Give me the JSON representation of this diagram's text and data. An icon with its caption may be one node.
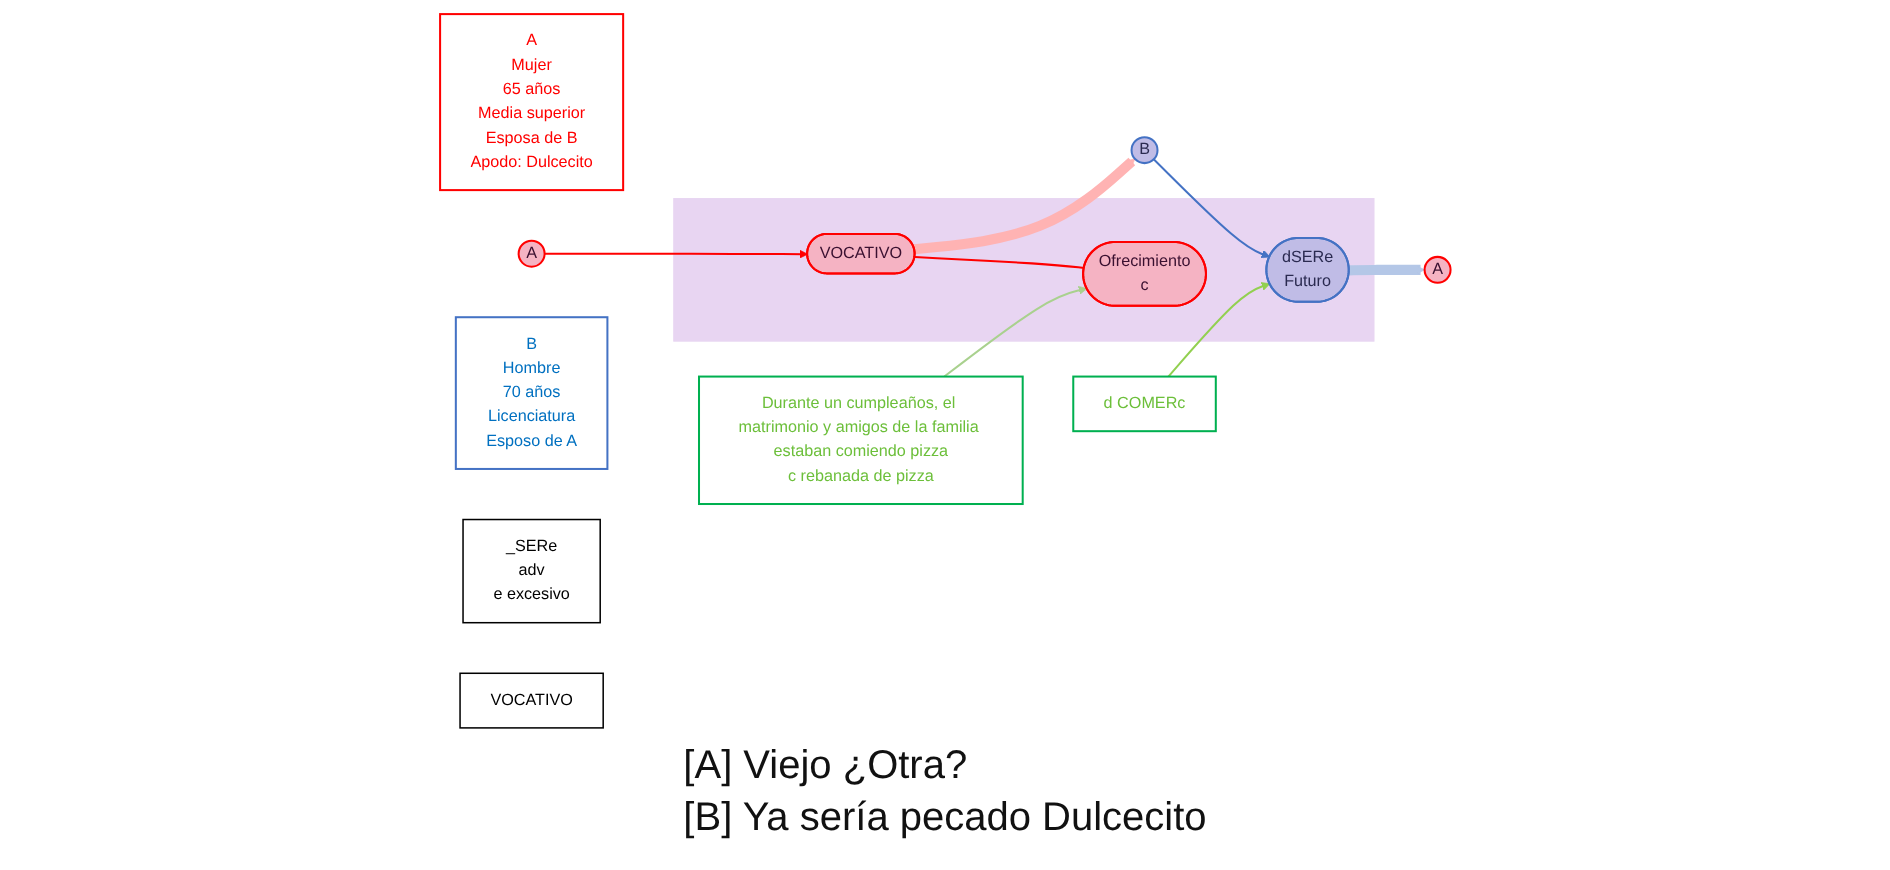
{
  "diagram": {
    "nodes": [
      {
        "text": [
          "A",
          "Mujer",
          "65 años",
          "Media superior",
          "Esposa de B",
          "Apodo: Dulcecito"
        ]
      },
      {
        "text": [
          "A"
        ]
      },
      {
        "text": [],
        "shape": "box"
      },
      {
        "text": [
          "VOCATIVO"
        ],
        "in": 2
      },
      {
        "text": [
          "Ofrecimiento",
          "c"
        ],
        "in": 2
      },
      {
        "text": [
          "dSERe",
          "Futuro"
        ],
        "in": 2
      },
      {
        "text": [
          "Durante un cumpleaños, el matrimonio y amigos de la familia estaban comiendo pizza",
          "c rebanada de pizza"
        ]
      },
      {
        "text": [
          "B"
        ]
      },
      {
        "text": [
          "B",
          "Hombre",
          "70 años",
          "Licenciatura",
          "Esposo de A"
        ]
      },
      {
        "text": [
          "_SERe",
          "adv",
          "e excesivo"
        ]
      },
      {
        "text": [
          "VOCATIVO"
        ]
      },
      {
        "text": [
          "A"
        ]
      },
      {
        "text": [
          "d COMERc"
        ]
      }
    ],
    "edges": [
      {
        "from": 1,
        "to": 3,
        "arrow": "to",
        "color": "#ff0000"
      },
      {
        "from": 3,
        "to": 4,
        "arrow": "none",
        "color": "#ff0000"
      },
      {
        "from": 6,
        "to": 4,
        "arrow": "to",
        "color": "#a9d18e"
      },
      {
        "from": 7,
        "to": 5,
        "arrow": "to",
        "color": "#4472c4"
      },
      {
        "from": 12,
        "to": 5,
        "arrow": "to",
        "color": "#92d050"
      },
      {
        "from": 3,
        "to": 7,
        "arrow": "to",
        "style": "thick",
        "color": "#ffb3b3"
      },
      {
        "from": 5,
        "to": 11,
        "arrow": "to",
        "style": "thick",
        "color": "#b4c7e7"
      }
    ],
    "labels": [
      "[A] Viejo ¿Otra?",
      "[B] Ya sería pecado Dulcecito"
    ]
  }
}
